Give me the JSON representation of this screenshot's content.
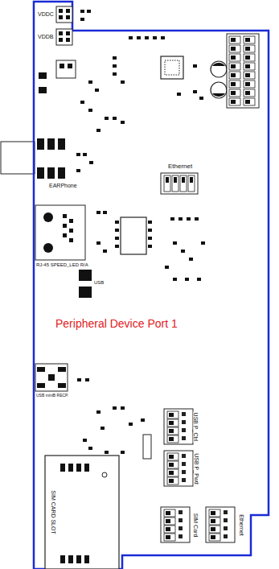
{
  "diagram": {
    "labels": [
      "VDDC",
      "VDDB",
      "Ethernet",
      "EARPhone",
      "RJ-45 SPEED_LED R/A",
      "USB",
      "Peripheral Device Port 1",
      "USB miniB RECP.",
      "USB P_Ctrl",
      "USB P_Pwd",
      "SIM Card",
      "Ethernet",
      "SIM CARD SLOT"
    ]
  }
}
